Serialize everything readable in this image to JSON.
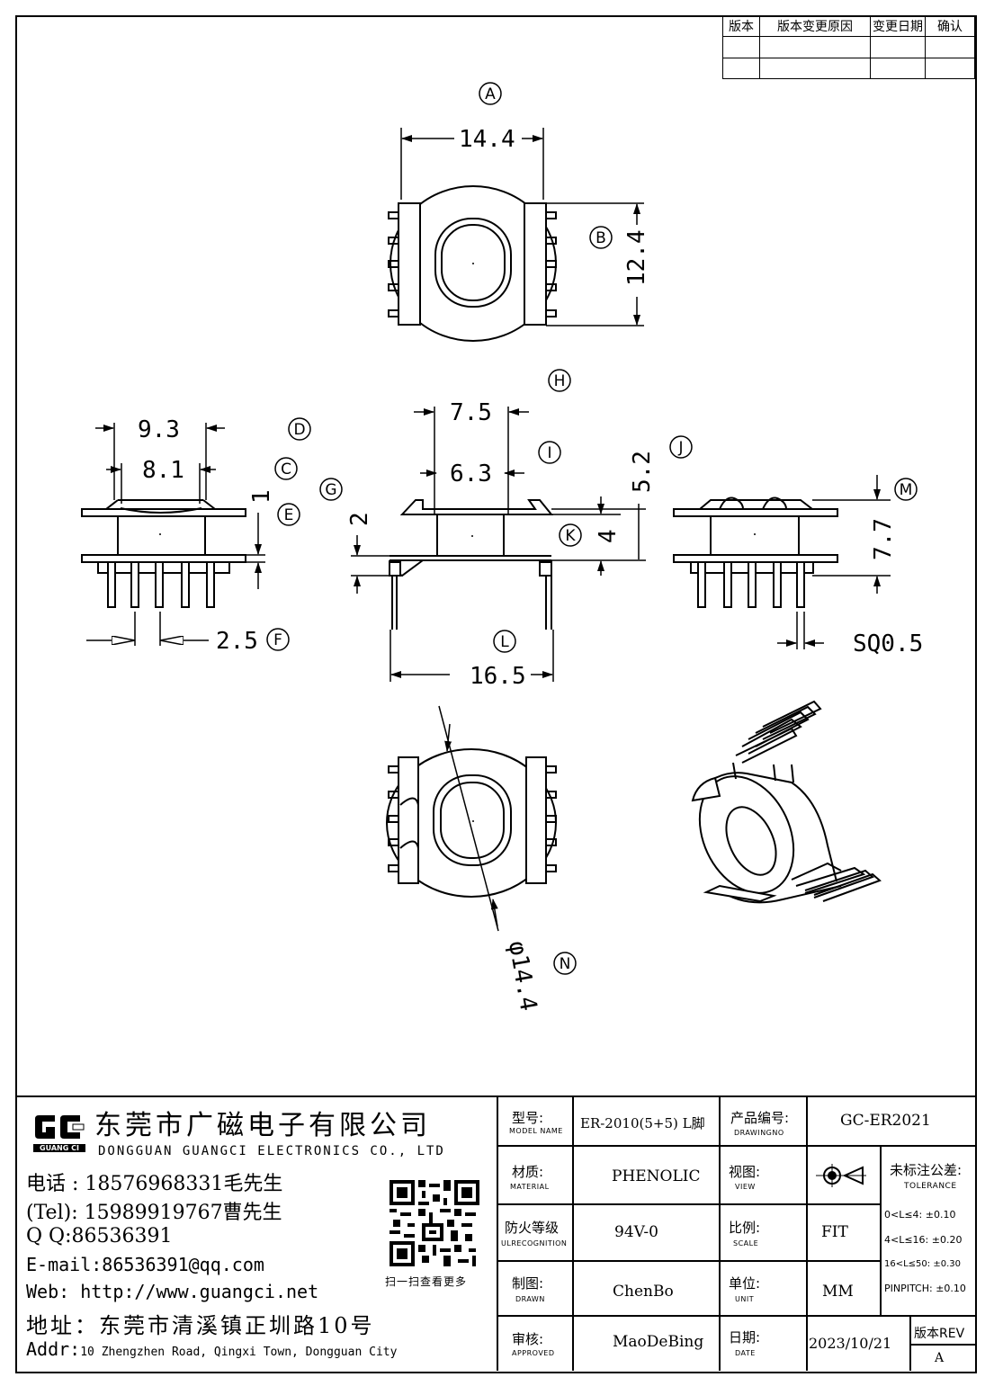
{
  "revision": {
    "headers": [
      "版本",
      "版本变更原因",
      "变更日期",
      "确认"
    ]
  },
  "labels": {
    "A": "A",
    "B": "B",
    "C": "C",
    "D": "D",
    "E": "E",
    "F": "F",
    "G": "G",
    "H": "H",
    "I": "I",
    "J": "J",
    "K": "K",
    "L": "L",
    "M": "M",
    "N": "N"
  },
  "dims": {
    "A": "14.4",
    "B": "12.4",
    "D": "9.3",
    "C": "8.1",
    "E": "1",
    "F": "2.5",
    "H": "7.5",
    "I": "6.3",
    "G": "2",
    "K": "4",
    "J": "5.2",
    "L": "16.5",
    "M": "7.7",
    "sq": "SQ0.5",
    "N": "φ14.4"
  },
  "company": {
    "name_cn": "东莞市广磁电子有限公司",
    "name_en": "DONGGUAN GUANGCI ELECTRONICS CO., LTD",
    "logo_text": "GUANG CI",
    "phone1": "电话 : 18576968331毛先生",
    "phone2": "(Tel): 15989919767曹先生",
    "qq": "Q Q:86536391",
    "email": "E-mail:86536391@qq.com",
    "web": "Web: http://www.guangci.net",
    "address_cn": "地址：东莞市清溪镇正圳路10号",
    "address_en_label": "Addr:",
    "address_en": "10 Zhengzhen Road, Qingxi Town, Dongguan City",
    "qr_caption": "扫一扫查看更多"
  },
  "titleblock": {
    "model_label_cn": "型号:",
    "model_label_en": "MODEL NAME",
    "model_value": "ER-2010(5+5) L脚",
    "product_no_label_cn": "产品编号:",
    "product_no_label_en": "DRAWINGNO",
    "product_no_value": "GC-ER2021",
    "material_label_cn": "材质:",
    "material_label_en": "MATERIAL",
    "material_value": "PHENOLIC",
    "view_label_cn": "视图:",
    "view_label_en": "VIEW",
    "tolerance_title": "未标注公差:",
    "tolerance_en": "TOLERANCE",
    "tolerance_rows": [
      "0<L≤4: ±0.10",
      "4<L≤16: ±0.20",
      "16<L≤50: ±0.30",
      "PINPITCH: ±0.10"
    ],
    "fire_label_cn": "防火等级",
    "fire_label_en": "ULRECOGNITION",
    "fire_value": "94V-0",
    "scale_label_cn": "比例:",
    "scale_label_en": "SCALE",
    "scale_value": "FIT",
    "drawn_label_cn": "制图:",
    "drawn_label_en": "DRAWN",
    "drawn_value": "ChenBo",
    "unit_label_cn": "单位:",
    "unit_label_en": "UNIT",
    "unit_value": "MM",
    "approved_label_cn": "审核:",
    "approved_label_en": "APPROVED",
    "approved_value": "MaoDeBing",
    "date_label_cn": "日期:",
    "date_label_en": "DATE",
    "date_value": "2023/10/21",
    "rev_label": "版本REV",
    "rev_value": "A"
  }
}
